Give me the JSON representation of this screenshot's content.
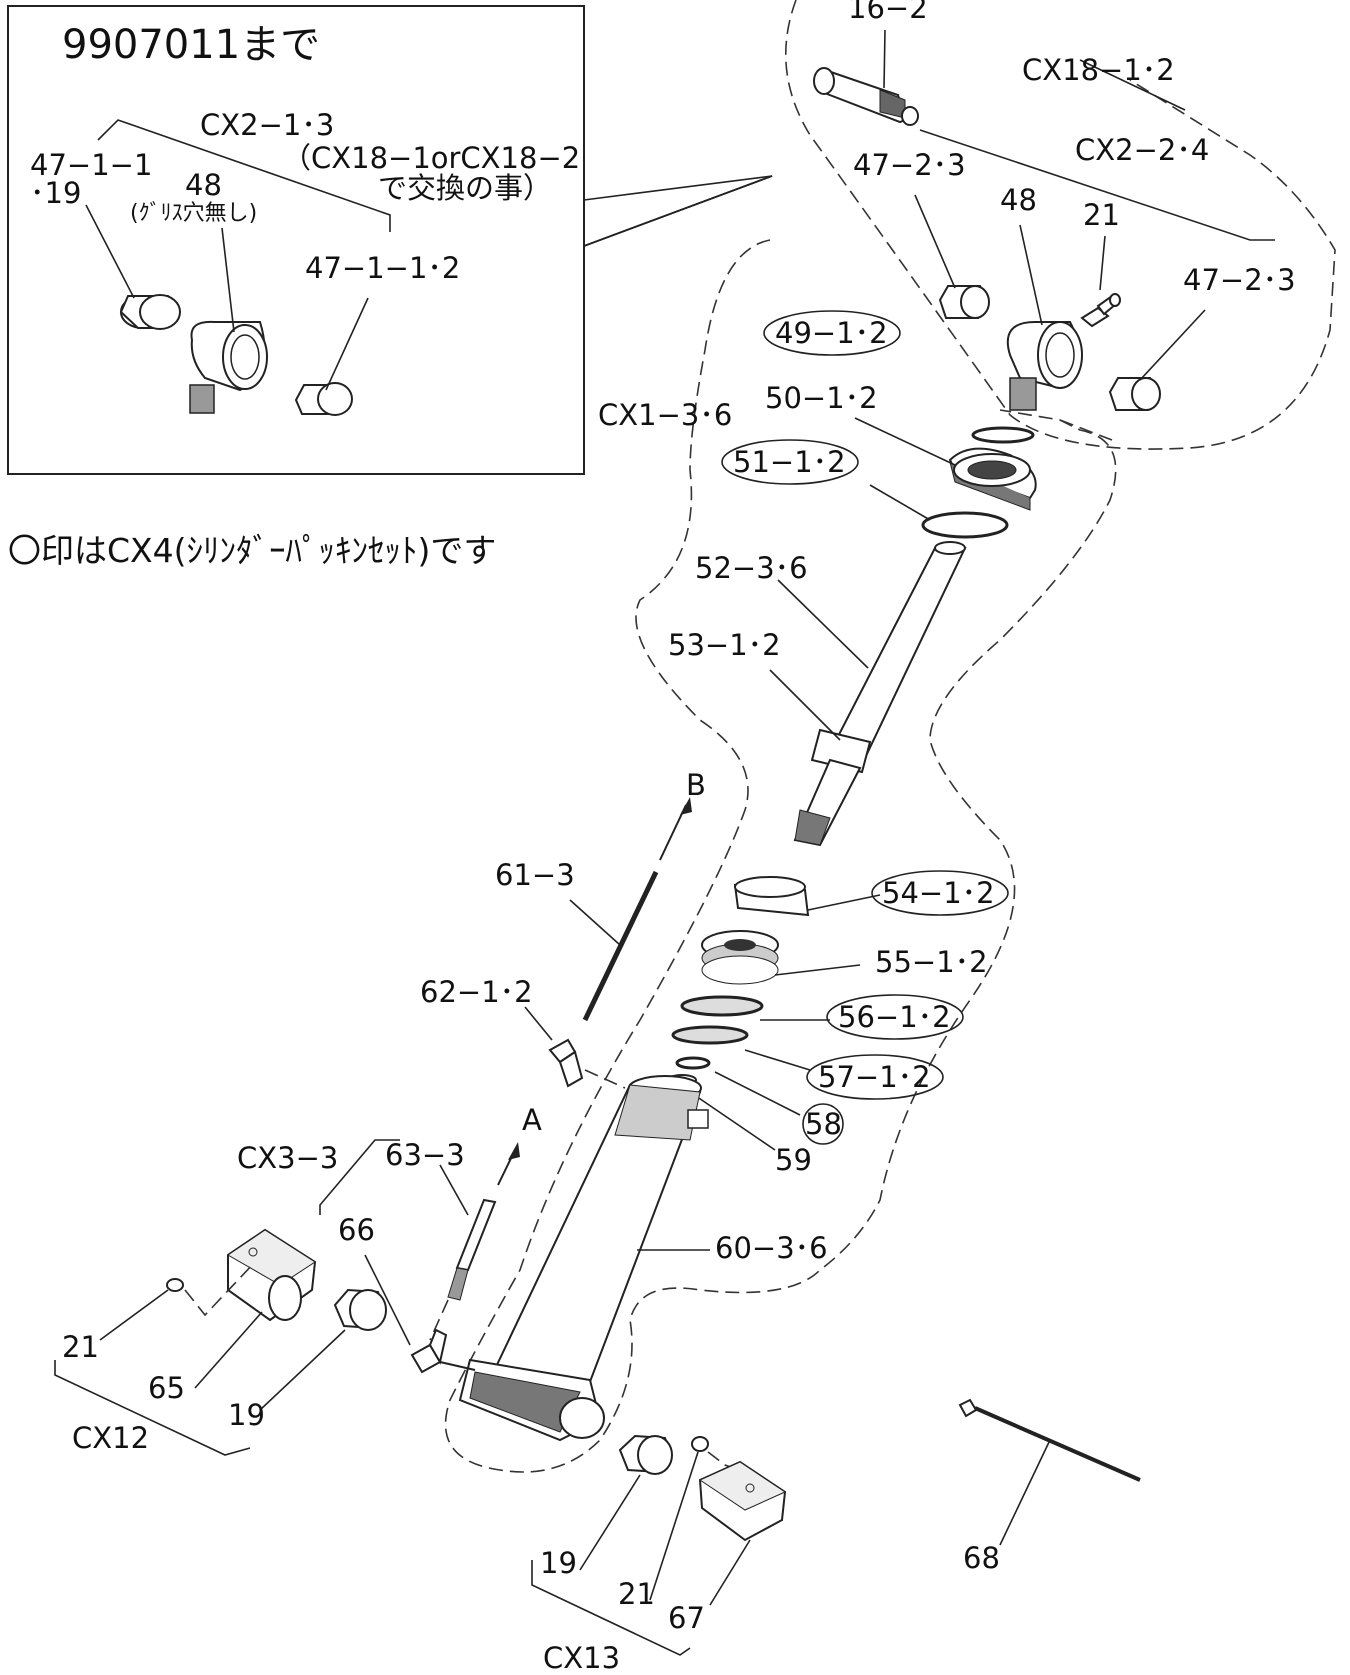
{
  "inset": {
    "title": "9907011まで",
    "labels": {
      "cx2_1_3": "CX2−1･3",
      "cx18_note_1": "（CX18−1orCX18−2",
      "cx18_note_2": "で交換の事）",
      "p47_1_1_a": "47−1−1",
      "p47_1_1_b": "･19",
      "p48": "48",
      "p48_note": "(ｸﾞﾘｽ穴無し)",
      "p47_1_1_2": "47−1−1･2"
    }
  },
  "note": "〇印はCX4(ｼﾘﾝﾀﾞｰﾊﾟｯｷﾝｾｯﾄ)です",
  "labels": {
    "p16_2": "16−2",
    "cx18_1_2": "CX18−1･2",
    "cx2_2_4": "CX2−2･4",
    "p47_2_3_left": "47−2･3",
    "p48": "48",
    "p21_top": "21",
    "p47_2_3_right": "47−2･3",
    "p49": "49−1･2",
    "cx1_3_6": "CX1−3･6",
    "p50": "50−1･2",
    "p51": "51−1･2",
    "p52": "52−3･6",
    "p53": "53−1･2",
    "B": "B",
    "p61": "61−3",
    "p54": "54−1･2",
    "p55": "55−1･2",
    "p62": "62−1･2",
    "p56": "56−1･2",
    "p57": "57−1･2",
    "p58": "58",
    "A": "A",
    "cx3_3": "CX3−3",
    "p63": "63−3",
    "p59": "59",
    "p66": "66",
    "p60": "60−3･6",
    "p21_left": "21",
    "p65": "65",
    "p19_left": "19",
    "cx12": "CX12",
    "p19_bottom": "19",
    "p21_bottom": "21",
    "p67": "67",
    "cx13": "CX13",
    "p68": "68"
  }
}
